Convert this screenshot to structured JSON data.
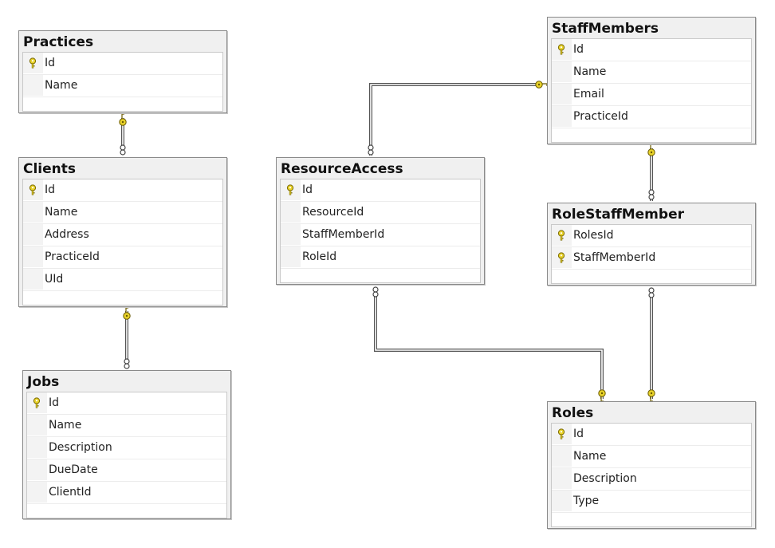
{
  "diagram": {
    "tables": [
      {
        "id": "practices",
        "title": "Practices",
        "columns": [
          {
            "name": "Id",
            "key": true
          },
          {
            "name": "Name",
            "key": false
          }
        ]
      },
      {
        "id": "clients",
        "title": "Clients",
        "columns": [
          {
            "name": "Id",
            "key": true
          },
          {
            "name": "Name",
            "key": false
          },
          {
            "name": "Address",
            "key": false
          },
          {
            "name": "PracticeId",
            "key": false
          },
          {
            "name": "UId",
            "key": false
          }
        ]
      },
      {
        "id": "jobs",
        "title": "Jobs",
        "columns": [
          {
            "name": "Id",
            "key": true
          },
          {
            "name": "Name",
            "key": false
          },
          {
            "name": "Description",
            "key": false
          },
          {
            "name": "DueDate",
            "key": false
          },
          {
            "name": "ClientId",
            "key": false
          }
        ]
      },
      {
        "id": "resourceaccess",
        "title": "ResourceAccess",
        "columns": [
          {
            "name": "Id",
            "key": true
          },
          {
            "name": "ResourceId",
            "key": false
          },
          {
            "name": "StaffMemberId",
            "key": false
          },
          {
            "name": "RoleId",
            "key": false
          }
        ]
      },
      {
        "id": "staffmembers",
        "title": "StaffMembers",
        "columns": [
          {
            "name": "Id",
            "key": true
          },
          {
            "name": "Name",
            "key": false
          },
          {
            "name": "Email",
            "key": false
          },
          {
            "name": "PracticeId",
            "key": false
          }
        ]
      },
      {
        "id": "rolestaffmember",
        "title": "RoleStaffMember",
        "columns": [
          {
            "name": "RolesId",
            "key": true
          },
          {
            "name": "StaffMemberId",
            "key": true
          }
        ]
      },
      {
        "id": "roles",
        "title": "Roles",
        "columns": [
          {
            "name": "Id",
            "key": true
          },
          {
            "name": "Name",
            "key": false
          },
          {
            "name": "Description",
            "key": false
          },
          {
            "name": "Type",
            "key": false
          }
        ]
      }
    ],
    "relationships": [
      {
        "one": "practices",
        "many": "clients"
      },
      {
        "one": "clients",
        "many": "jobs"
      },
      {
        "one": "staffmembers",
        "many": "resourceaccess"
      },
      {
        "one": "staffmembers",
        "many": "rolestaffmember"
      },
      {
        "one": "roles",
        "many": "resourceaccess"
      },
      {
        "one": "roles",
        "many": "rolestaffmember"
      }
    ],
    "colors": {
      "key_icon": "#e8d22a",
      "connector": "#555555",
      "title_bar": "#f0f0f0",
      "border": "#8a8a8a"
    }
  }
}
